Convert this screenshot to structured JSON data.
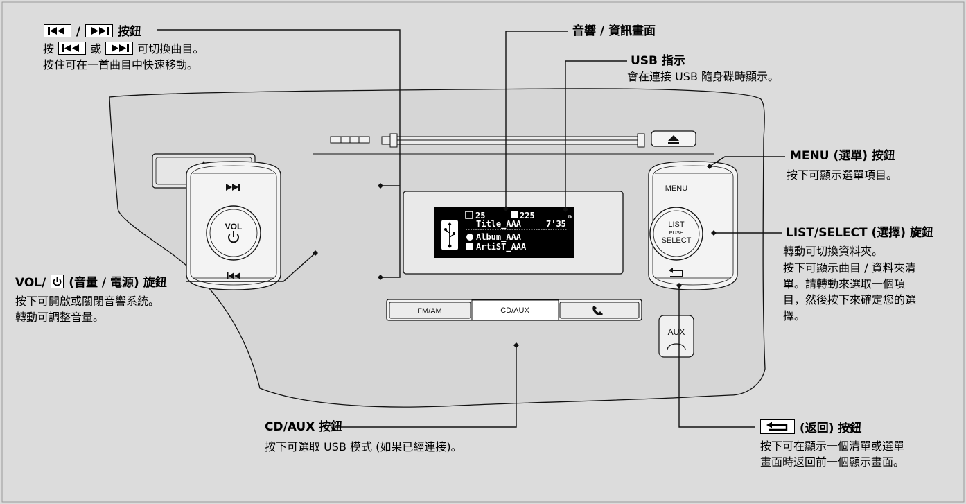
{
  "colors": {
    "background": "#dcdcdc",
    "panel": "#d8d8d8",
    "display": "#000000",
    "line": "#000000"
  },
  "callouts": {
    "skip": {
      "title_sep": "/",
      "title_suffix": "按鈕",
      "line1_prefix": "按",
      "line1_mid": "或",
      "line1_suffix": "可切換曲目。",
      "line2": "按住可在一首曲目中快速移動。",
      "icons": [
        "skip-back-icon",
        "skip-forward-icon"
      ]
    },
    "display": {
      "title": "音響 / 資訊畫面"
    },
    "usb": {
      "title": "USB 指示",
      "desc": "會在連接 USB 隨身碟時顯示。"
    },
    "menu": {
      "title": "MENU (選單) 按鈕",
      "desc": "按下可顯示選單項目。"
    },
    "list_select": {
      "title": "LIST/SELECT (選擇) 旋鈕",
      "lines": [
        "轉動可切換資料夾。",
        "按下可顯示曲目 / 資料夾清",
        "單。請轉動來選取一個項",
        "目，然後按下來確定您的選",
        "擇。"
      ]
    },
    "vol": {
      "title_prefix": "VOL/",
      "title_suffix": "(音量 / 電源) 旋鈕",
      "lines": [
        "按下可開啟或關閉音響系統。",
        "轉動可調整音量。"
      ],
      "icon": "power-icon"
    },
    "cdaux": {
      "title": "CD/AUX 按鈕",
      "desc": "按下可選取 USB 模式 (如果已經連接)。"
    },
    "back": {
      "title": "(返回) 按鈕",
      "lines": [
        "按下可在顯示一個清單或選單",
        "畫面時返回前一個顯示畫面。"
      ],
      "icon": "back-arrow-icon"
    }
  },
  "unit": {
    "knob_label": "VOL",
    "menu_label": "MENU",
    "select_lines": [
      "LIST",
      "PUSH",
      "SELECT"
    ],
    "bottom_buttons": [
      "FM/AM",
      "CD/AUX"
    ],
    "aux_label": "AUX"
  },
  "screen": {
    "folder_no": "25",
    "track_no": "225",
    "title": "Title_AAA",
    "time": "7'35",
    "album": "Album_AAA",
    "artist": "ArtiST_AAA",
    "status": "IN"
  }
}
